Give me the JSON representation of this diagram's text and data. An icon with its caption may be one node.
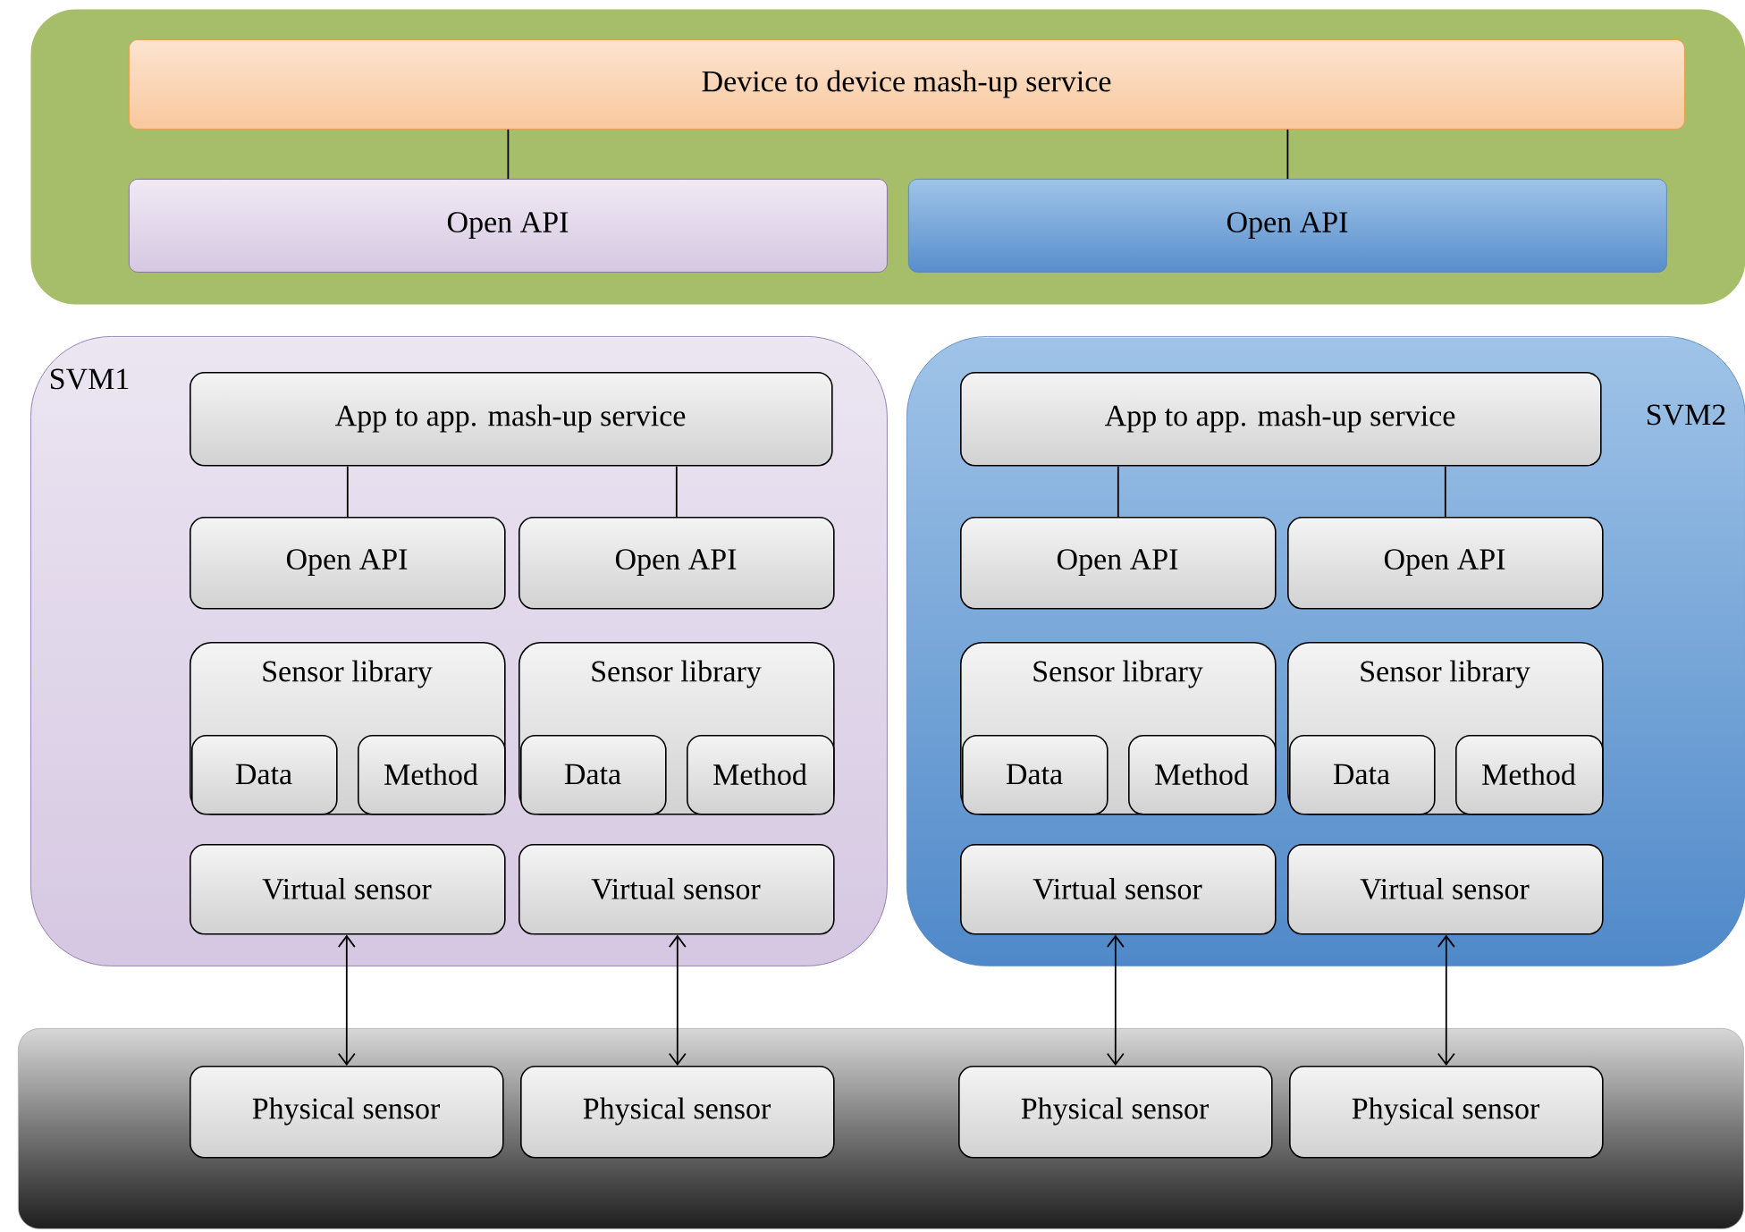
{
  "diagram": {
    "nodes": [
      {
        "text": [],
        "shape": "box"
      },
      {
        "text": [
          "Device to device mash-up service"
        ],
        "in": 0
      },
      {
        "text": [
          "Open API"
        ],
        "in": 0
      },
      {
        "text": [
          "Open API"
        ],
        "in": 0
      },
      {
        "text": [
          "SVM1"
        ]
      },
      {
        "text": [
          "App to app. mash-up service"
        ],
        "in": 4
      },
      {
        "text": [
          "Open API"
        ],
        "in": 4
      },
      {
        "text": [
          "Open API"
        ],
        "in": 4
      },
      {
        "text": [
          "Sensor library"
        ],
        "in": 4
      },
      {
        "text": [
          "Data"
        ],
        "in": 8
      },
      {
        "text": [
          "Method"
        ],
        "in": 8
      },
      {
        "text": [
          "Sensor library"
        ],
        "in": 4
      },
      {
        "text": [
          "Data"
        ],
        "in": 11
      },
      {
        "text": [
          "Method"
        ],
        "in": 11
      },
      {
        "text": [
          "Virtual sensor"
        ],
        "in": 4
      },
      {
        "text": [
          "Virtual sensor"
        ],
        "in": 4
      },
      {
        "text": [
          "SVM2"
        ]
      },
      {
        "text": [
          "App to app. mash-up service"
        ],
        "in": 16
      },
      {
        "text": [
          "Open API"
        ],
        "in": 16
      },
      {
        "text": [
          "Open API"
        ],
        "in": 16
      },
      {
        "text": [
          "Sensor library"
        ],
        "in": 16
      },
      {
        "text": [
          "Data"
        ],
        "in": 20
      },
      {
        "text": [
          "Method"
        ],
        "in": 20
      },
      {
        "text": [
          "Sensor library"
        ],
        "in": 16
      },
      {
        "text": [
          "Data"
        ],
        "in": 23
      },
      {
        "text": [
          "Method"
        ],
        "in": 23
      },
      {
        "text": [
          "Virtual sensor"
        ],
        "in": 16
      },
      {
        "text": [
          "Virtual sensor"
        ],
        "in": 16
      },
      {
        "text": [],
        "shape": "box"
      },
      {
        "text": [
          "Physical sensor"
        ],
        "in": 28
      },
      {
        "text": [
          "Physical sensor"
        ],
        "in": 28
      },
      {
        "text": [
          "Physical sensor"
        ],
        "in": 28
      },
      {
        "text": [
          "Physical sensor"
        ],
        "in": 28
      }
    ],
    "edges": [
      {
        "from": 1,
        "to": 2,
        "arrow": "none"
      },
      {
        "from": 1,
        "to": 3,
        "arrow": "none"
      },
      {
        "from": 5,
        "to": 6,
        "arrow": "none"
      },
      {
        "from": 5,
        "to": 7,
        "arrow": "none"
      },
      {
        "from": 17,
        "to": 18,
        "arrow": "none"
      },
      {
        "from": 17,
        "to": 19,
        "arrow": "none"
      },
      {
        "from": 14,
        "to": 29,
        "arrow": "both"
      },
      {
        "from": 15,
        "to": 30,
        "arrow": "both"
      },
      {
        "from": 26,
        "to": 31,
        "arrow": "both"
      },
      {
        "from": 27,
        "to": 32,
        "arrow": "both"
      }
    ]
  }
}
